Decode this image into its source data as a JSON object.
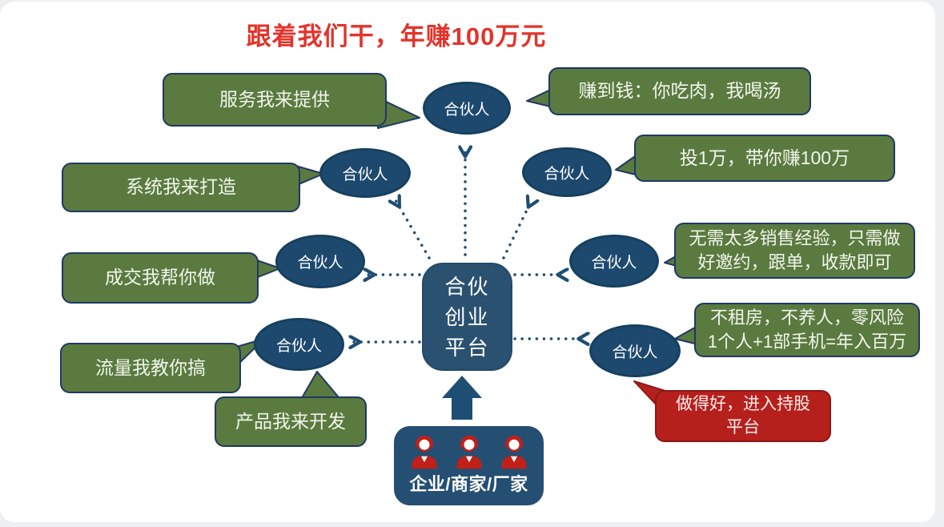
{
  "title": "跟着我们干，年赚100万元",
  "center_platform": {
    "lines": [
      "合伙",
      "创业",
      "平台"
    ]
  },
  "partners": [
    "合伙人",
    "合伙人",
    "合伙人",
    "合伙人",
    "合伙人",
    "合伙人",
    "合伙人"
  ],
  "bubbles": {
    "serve": "服务我来提供",
    "earn_share": "赚到钱：你吃肉，我喝汤",
    "system": "系统我来打造",
    "invest_return": "投1万，带你赚100万",
    "closing": "成交我帮你做",
    "sales_skill": "无需太多销售经验，只需做\n好邀约，跟单，收款即可",
    "traffic": "流量我教你搞",
    "no_rent": "不租房，不养人，零风险\n1个人+1部手机=年入百万",
    "product": "产品我来开发",
    "equity": "做得好，进入持股\n平台"
  },
  "source_box": {
    "label": "企业/商家/厂家",
    "icon": "person-icon"
  },
  "colors": {
    "title_red": "#e3332a",
    "bubble_green": "#5a7a40",
    "bubble_border_navy": "#1f3864",
    "node_navy": "#1e496e",
    "arrow_navy": "#1f4e74",
    "alert_red": "#b5201d",
    "person_icon_red": "#c02018"
  }
}
